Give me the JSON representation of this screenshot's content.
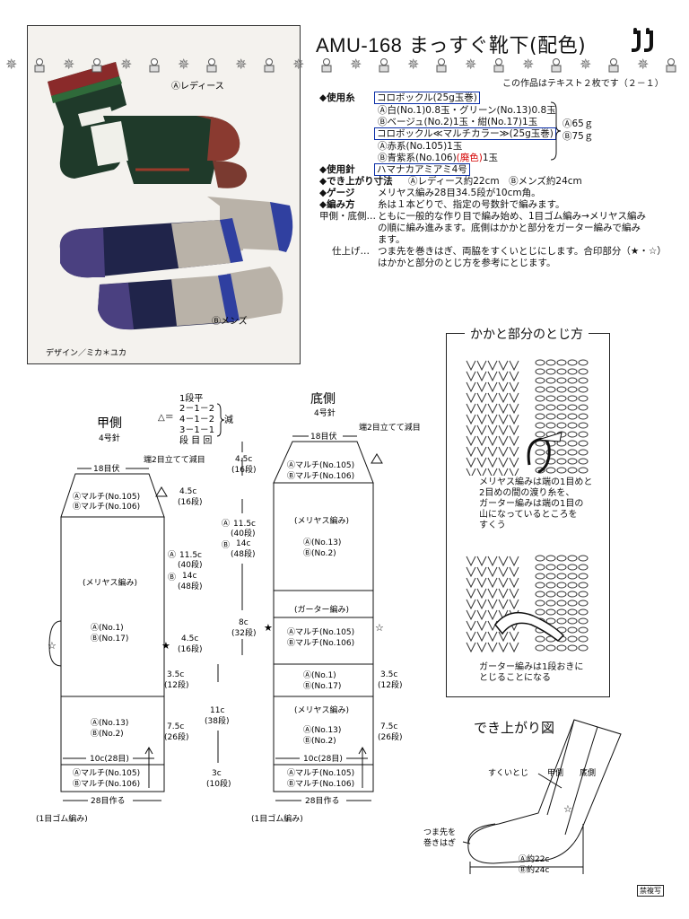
{
  "header": {
    "code": "AMU-168",
    "title": "まっすぐ靴下(配色)",
    "note": "この作品はテキスト２枚です（２－１）"
  },
  "photo": {
    "label_ladies": "Ⓐレディース",
    "label_mens": "Ⓑメンズ",
    "design_credit": "デザイン／ミカ＊ユカ"
  },
  "specs": {
    "yarn_label": "◆使用糸",
    "yarn1_name": "コロボックル(25g玉巻)",
    "yarn1_a": "Ⓐ白(No.1)0.8玉・グリーン(No.13)0.8玉",
    "yarn1_b": "Ⓑベージュ(No.2)1玉・紺(No.17)1玉",
    "yarn2_name": "コロボックル≪マルチカラー≫(25g玉巻)",
    "yarn2_a": "Ⓐ赤系(No.105)1玉",
    "yarn2_b_prefix": "Ⓑ青紫系(No.106)",
    "yarn2_b_discontinued": "(廃色)",
    "yarn2_b_suffix": "1玉",
    "total_a": "Ⓐ65ｇ",
    "total_b": "Ⓑ75ｇ",
    "needle_label": "◆使用針",
    "needle_value": "ハマナカアミアミ4号",
    "size_label": "◆でき上がり寸法",
    "size_value": "Ⓐレディース約22cm　Ⓑメンズ約24cm",
    "gauge_label": "◆ゲージ",
    "gauge_value": "メリヤス編み28目34.5段が10cm角。",
    "method_label": "◆編み方",
    "method_line1": "糸は１本どりで、指定の号数針で編みます。",
    "method_sub": "甲側・底側…",
    "method_line2": "ともに一般的な作り目で編み始め、1目ゴム編み→メリヤス編み",
    "method_line3": "の順に編み進みます。底側はかかと部分をガーター編みで編み",
    "method_line4": "ます。",
    "finish_sub": "仕上げ…",
    "finish_line1": "つま先を巻きはぎ、両脇をすくいとじにします。合印部分（★・☆）",
    "finish_line2": "はかかと部分のとじ方を参考にとじます。"
  },
  "decrease_table": {
    "title": "1段平",
    "rows": [
      "2－1－2",
      "4－1－2",
      "3－1－1"
    ],
    "footer": "段 目 回",
    "label": "減",
    "prefix": "△＝"
  },
  "instep": {
    "title": "甲側",
    "needle": "4号針",
    "bind_off": "18目伏",
    "edge_dec": "端2目立てて減目",
    "toe_a": "Ⓐマルチ(No.105)",
    "toe_b": "Ⓑマルチ(No.106)",
    "stockinette": "(メリヤス編み)",
    "mid_a": "Ⓐ(No.1)",
    "mid_b": "Ⓑ(No.17)",
    "low_a": "Ⓐ(No.13)",
    "low_b": "Ⓑ(No.2)",
    "cuff_a": "Ⓐマルチ(No.105)",
    "cuff_b": "Ⓑマルチ(No.106)",
    "width_10c": "10c(28目)",
    "cast_on": "28目作る",
    "rib": "(1目ゴム編み)"
  },
  "sole": {
    "title": "底側",
    "needle": "4号針",
    "bind_off": "18目伏",
    "edge_dec": "端2目立てて減目",
    "toe_a": "Ⓐマルチ(No.105)",
    "toe_b": "Ⓑマルチ(No.106)",
    "stockinette": "(メリヤス編み)",
    "sole_a": "Ⓐ(No.13)",
    "sole_b": "Ⓑ(No.2)",
    "garter": "(ガーター編み)",
    "heel_a": "Ⓐマルチ(No.105)",
    "heel_b": "Ⓑマルチ(No.106)",
    "mid_a": "Ⓐ(No.1)",
    "mid_b": "Ⓑ(No.17)",
    "stockinette2": "(メリヤス編み)",
    "low_a": "Ⓐ(No.13)",
    "low_b": "Ⓑ(No.2)",
    "width_10c": "10c(28目)",
    "cuff_a": "Ⓐマルチ(No.105)",
    "cuff_b": "Ⓑマルチ(No.106)",
    "cast_on": "28目作る",
    "rib": "(1目ゴム編み)"
  },
  "dimensions": {
    "d_45_top": "4.5c",
    "d_45_top_rows": "(16段)",
    "d_115a": "11.5c",
    "d_115a_rows": "(40段)",
    "d_14b": "14c",
    "d_14b_rows": "(48段)",
    "d_45_mid": "4.5c",
    "d_45_mid_rows": "(16段)",
    "d_35": "3.5c",
    "d_35_rows": "(12段)",
    "d_75": "7.5c",
    "d_75_rows": "(26段)",
    "d_11": "11c",
    "d_11_rows": "(38段)",
    "d_3": "3c",
    "d_3_rows": "(10段)",
    "s_45": "4.5c",
    "s_45_rows": "(16段)",
    "s_115a": "11.5c",
    "s_115a_rows": "(40段)",
    "s_14b": "14c",
    "s_14b_rows": "(48段)",
    "s_8": "8c",
    "s_8_rows": "(32段)",
    "s_35": "3.5c",
    "s_35_rows": "(12段)",
    "s_75": "7.5c",
    "s_75_rows": "(26段)",
    "a_mark": "Ⓐ",
    "b_mark": "Ⓑ"
  },
  "heel_join": {
    "title": "かかと部分のとじ方",
    "caption1_l1": "メリヤス編みは端の1目めと",
    "caption1_l2": "2目めの間の渡り糸を、",
    "caption1_l3": "ガーター編みは端の1目の",
    "caption1_l4": "山になっているところを",
    "caption1_l5": "すくう",
    "caption2_l1": "ガーター編みは1段おきに",
    "caption2_l2": "とじることになる"
  },
  "finished": {
    "title": "でき上がり図",
    "side_seam": "すくいとじ",
    "instep": "甲側",
    "sole": "底側",
    "toe_l1": "つま先を",
    "toe_l2": "巻きはぎ",
    "size_a": "Ⓐ約22c",
    "size_b": "Ⓑ約24c"
  },
  "footer": {
    "stamp": "禁複写"
  },
  "colors": {
    "ladies_green": "#1f3a2a",
    "ladies_red": "#8a2a2a",
    "mens_navy": "#20244a",
    "mens_beige": "#b9b2a8",
    "link_blue": "#0b2fa8",
    "red_text": "#d40000"
  }
}
